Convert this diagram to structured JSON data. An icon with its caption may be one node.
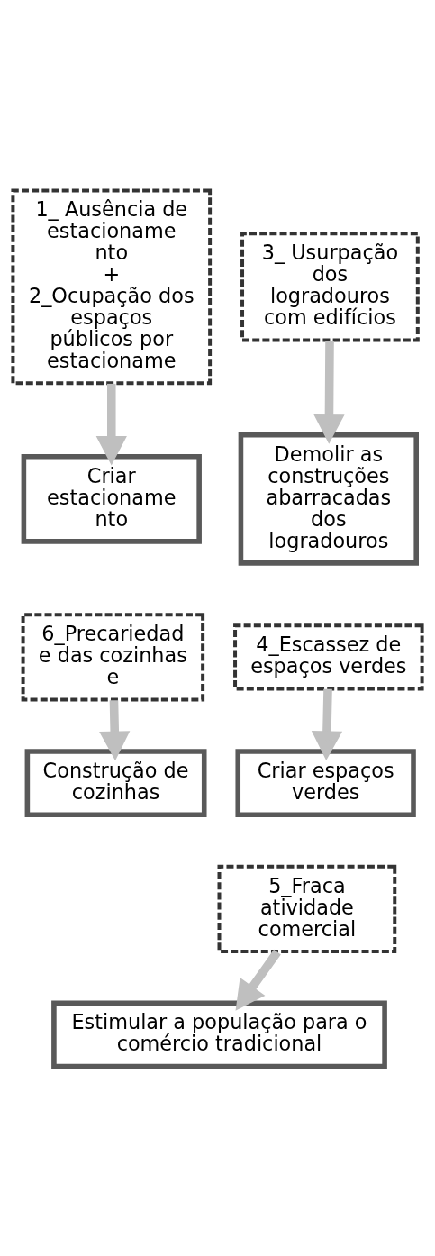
{
  "diagram": {
    "nodes": [
      {
        "text": [
          "1_ Ausência de estacioname nto",
          "+",
          "2_Ocupação dos espaços públicos por estacioname"
        ]
      },
      {
        "text": [
          "3_ Usurpação dos logradouros com edifícios"
        ]
      },
      {
        "text": [
          "Demolir as construções abarracadas dos logradouros"
        ]
      },
      {
        "text": [
          "Criar estacioname nto"
        ]
      },
      {
        "text": [
          "4_Escassez de espaços verdes"
        ]
      },
      {
        "text": [
          "6_Precariedad e das cozinhas e"
        ]
      },
      {
        "text": [
          "Criar espaços verdes"
        ]
      },
      {
        "text": [
          "Construção de cozinhas"
        ]
      },
      {
        "text": [
          "5_Fraca atividade comercial"
        ]
      },
      {
        "text": [
          "Estimular a população para o comércio tradicional"
        ]
      }
    ],
    "edges": [
      {
        "from": 1,
        "to": 2,
        "arrow": "to"
      },
      {
        "from": 0,
        "to": 3,
        "arrow": "to"
      },
      {
        "from": 4,
        "to": 6,
        "arrow": "to"
      },
      {
        "from": 5,
        "to": 7,
        "arrow": "to"
      },
      {
        "from": 8,
        "to": 9,
        "arrow": "to"
      }
    ]
  }
}
